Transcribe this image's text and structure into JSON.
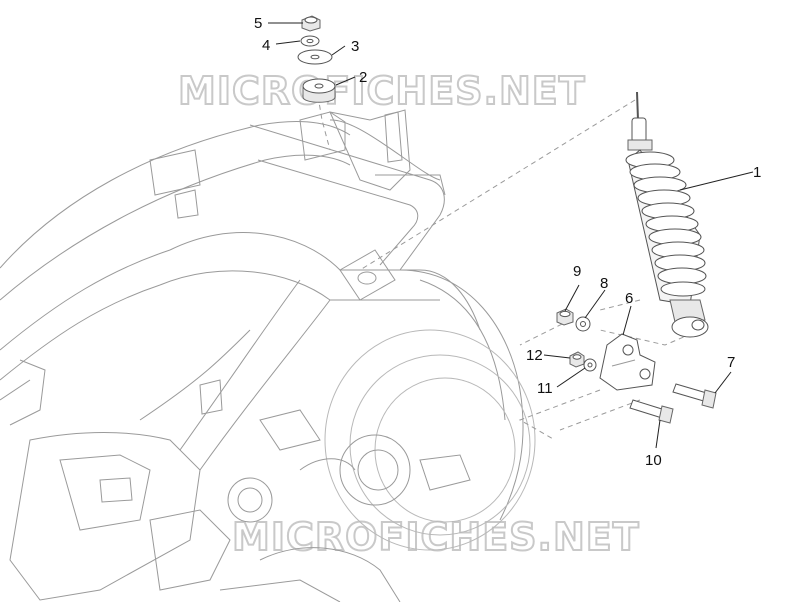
{
  "watermark": "MICROFICHES.NET",
  "callouts": [
    {
      "num": "1"
    },
    {
      "num": "2"
    },
    {
      "num": "3"
    },
    {
      "num": "4"
    },
    {
      "num": "5"
    },
    {
      "num": "6"
    },
    {
      "num": "7"
    },
    {
      "num": "8"
    },
    {
      "num": "9"
    },
    {
      "num": "10"
    },
    {
      "num": "11"
    },
    {
      "num": "12"
    }
  ]
}
